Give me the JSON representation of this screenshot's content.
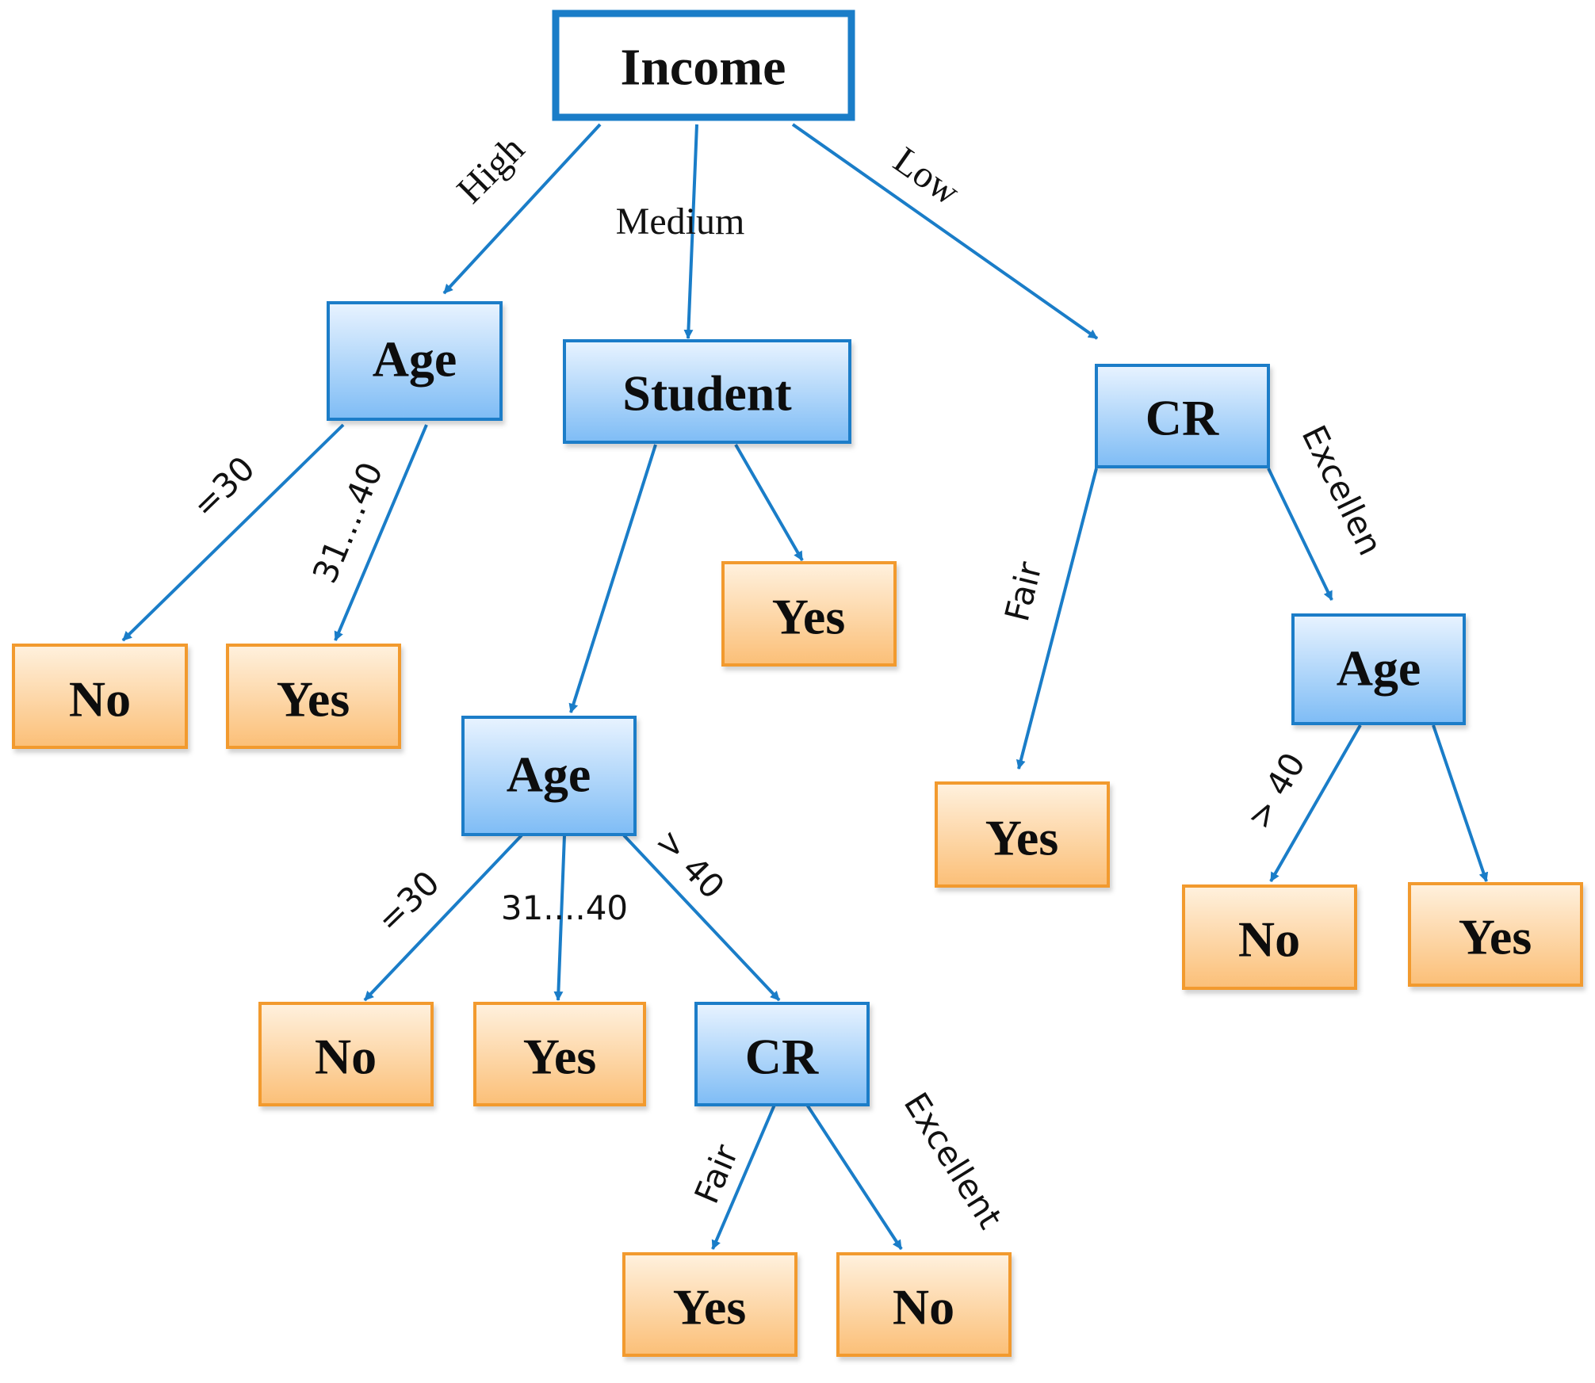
{
  "colors": {
    "edge": "#1a7dc8",
    "decision_fill_top": "#e8f3ff",
    "decision_fill_bottom": "#7ebcf5",
    "decision_border": "#1a7dc8",
    "leaf_fill_top": "#fff1de",
    "leaf_fill_bottom": "#fbbf77",
    "leaf_border": "#f29a2e"
  },
  "nodes": {
    "income": "Income",
    "age_1": "Age",
    "student": "Student",
    "cr_1": "CR",
    "leaf_no_1": "No",
    "leaf_yes_1": "Yes",
    "leaf_yes_2": "Yes",
    "age_2": "Age",
    "leaf_yes_3": "Yes",
    "age_3": "Age",
    "leaf_no_2": "No",
    "leaf_yes_4": "Yes",
    "cr_2": "CR",
    "leaf_no_3": "No",
    "leaf_yes_5": "Yes",
    "leaf_yes_6": "Yes",
    "leaf_no_4": "No"
  },
  "edge_labels": {
    "high": "High",
    "medium": "Medium",
    "low": "Low",
    "age1_le30": "=30",
    "age1_31_40": "31....40",
    "cr1_fair": "Fair",
    "cr1_excellent": "Excellen",
    "age3_gt40": "> 40",
    "age2_le30": "=30",
    "age2_31_40": "31....40",
    "age2_gt40": "> 40",
    "cr2_fair": "Fair",
    "cr2_excellent": "Excellent"
  }
}
